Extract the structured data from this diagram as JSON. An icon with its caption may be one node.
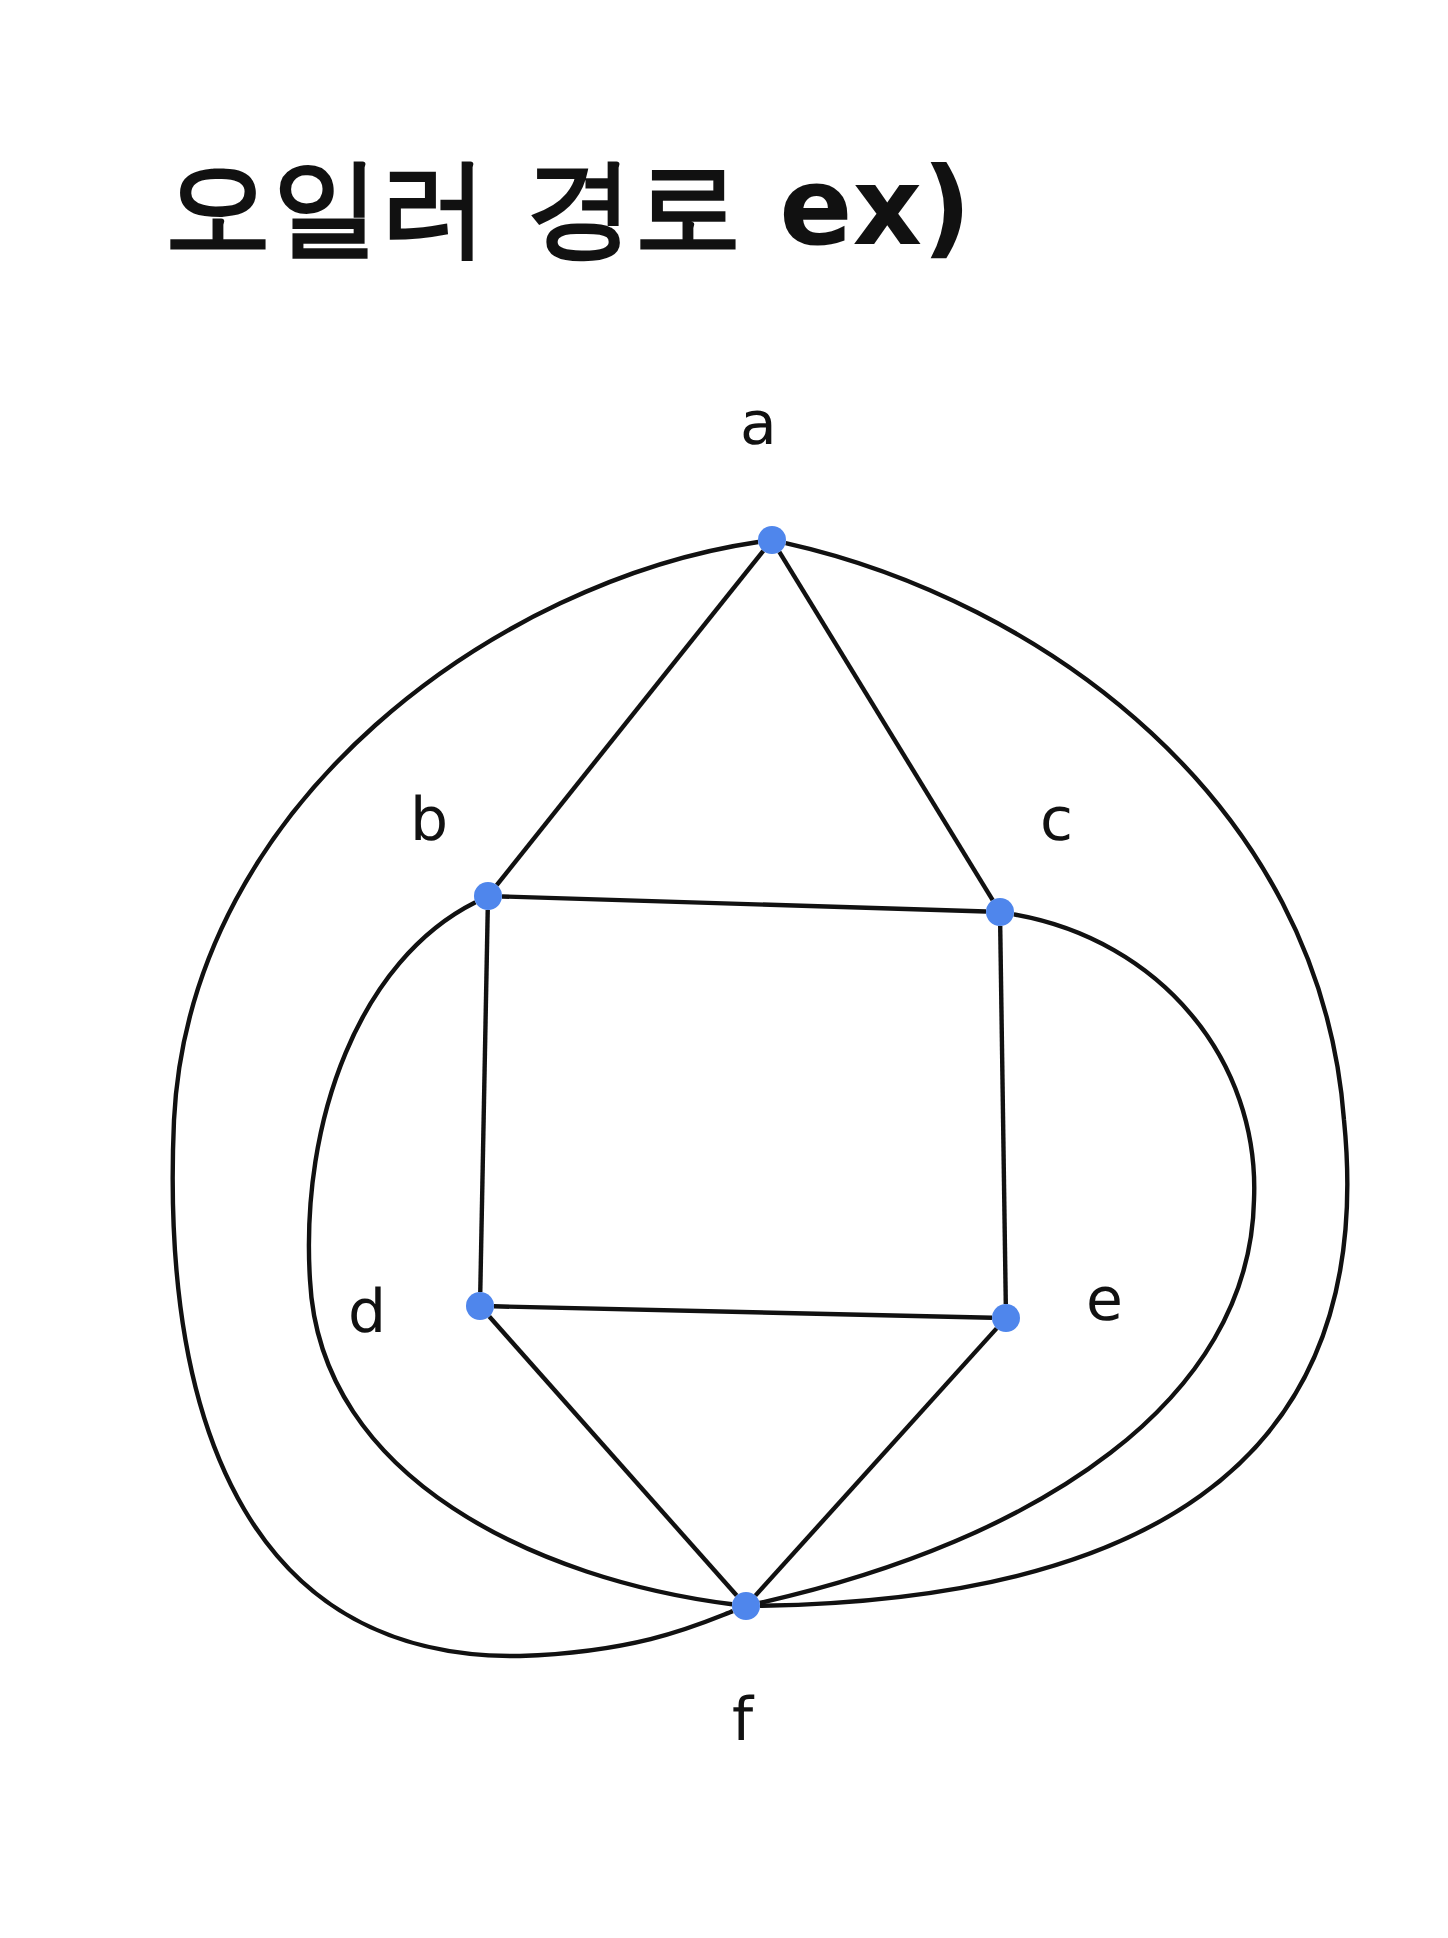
{
  "diagram": {
    "title": "오일러 경로 ex)",
    "nodes": [
      {
        "text": [],
        "shape": "circle",
        "beside": [
          "a"
        ]
      },
      {
        "text": [],
        "shape": "circle",
        "beside": [
          "b"
        ]
      },
      {
        "text": [],
        "shape": "circle",
        "beside": [
          "c"
        ]
      },
      {
        "text": [],
        "shape": "circle",
        "beside": [
          "d"
        ]
      },
      {
        "text": [],
        "shape": "circle",
        "beside": [
          "e"
        ]
      },
      {
        "text": [],
        "shape": "circle",
        "beside": [
          "f"
        ]
      }
    ],
    "edges": [
      {
        "from": 0,
        "to": 1,
        "arrow": "none"
      },
      {
        "from": 0,
        "to": 2,
        "arrow": "none"
      },
      {
        "from": 1,
        "to": 2,
        "arrow": "none"
      },
      {
        "from": 1,
        "to": 3,
        "arrow": "none"
      },
      {
        "from": 2,
        "to": 4,
        "arrow": "none"
      },
      {
        "from": 3,
        "to": 4,
        "arrow": "none"
      },
      {
        "from": 3,
        "to": 5,
        "arrow": "none"
      },
      {
        "from": 4,
        "to": 5,
        "arrow": "none"
      },
      {
        "from": 0,
        "to": 5,
        "arrow": "none"
      },
      {
        "from": 0,
        "to": 5,
        "arrow": "none"
      },
      {
        "from": 1,
        "to": 5,
        "arrow": "none"
      },
      {
        "from": 2,
        "to": 5,
        "arrow": "none"
      }
    ]
  }
}
